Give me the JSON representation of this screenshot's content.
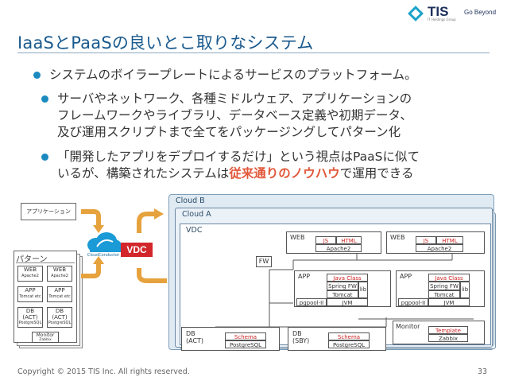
{
  "header": {
    "title": "IaaSとPaaSの良いとこ取りなシステム",
    "logo_text": "TIS",
    "logo_sub": "IT Holdings Group",
    "logo_right": "Go Beyond"
  },
  "bullets": [
    {
      "lines": [
        "システムのボイラープレートによるサービスのプラットフォーム。"
      ]
    },
    {
      "lines": [
        "サーバやネットワーク、各種ミドルウェア、アプリケーションの",
        "フレームワークやライブラリ、データベース定義や初期データ、",
        "及び運用スクリプトまで全てをパッケージングしてパターン化"
      ]
    },
    {
      "line1": "「開発したアプリをデプロイするだけ」という視点はPaaSに似て",
      "line2_pre": "いるが、構築されたシステムは",
      "line2_hl": "従来通りのノウハウ",
      "line2_post": "で運用できる"
    }
  ],
  "diagram": {
    "app_box": "アプリケーション",
    "pattern": {
      "label": "パターン",
      "web": "WEB",
      "apache": "Apache2",
      "app": "APP",
      "tomcat": "Tomcat etc",
      "db": "DB",
      "act": "(ACT)",
      "postgres": "PostgreSQL",
      "monitor": "Monitor",
      "zabbix": "Zabbix"
    },
    "cloud_conductor": "CloudConductor",
    "vdc_badge": "VDC",
    "cloud_b": "Cloud B",
    "cloud_a": "Cloud A",
    "vdc": "VDC",
    "fw": "FW",
    "web": "WEB",
    "js": "JS",
    "html": "HTML",
    "apache2": "Apache2",
    "app": "APP",
    "java_class": "Java Class",
    "spring_fw": "Spring FW",
    "tomcat": "Tomcat",
    "lib": "lib",
    "pgpool": "pgpool-II",
    "jvm": "JVM",
    "monitor": "Monitor",
    "template": "Template",
    "zabbix": "Zabbix",
    "db_act_1": "DB",
    "db_act_2": "(ACT)",
    "db_sby_1": "DB",
    "db_sby_2": "(SBY)",
    "schema": "Schema",
    "postgresql": "PostgreSQL"
  },
  "footer": {
    "copyright": "Copyright © 2015 TIS Inc. All rights reserved.",
    "page": "33"
  },
  "colors": {
    "accent": "#1a5a8e",
    "bullet": "#1a8abf",
    "highlight": "#e2573a",
    "arrow": "#e6a23c",
    "vdc_red": "#d2262b"
  }
}
